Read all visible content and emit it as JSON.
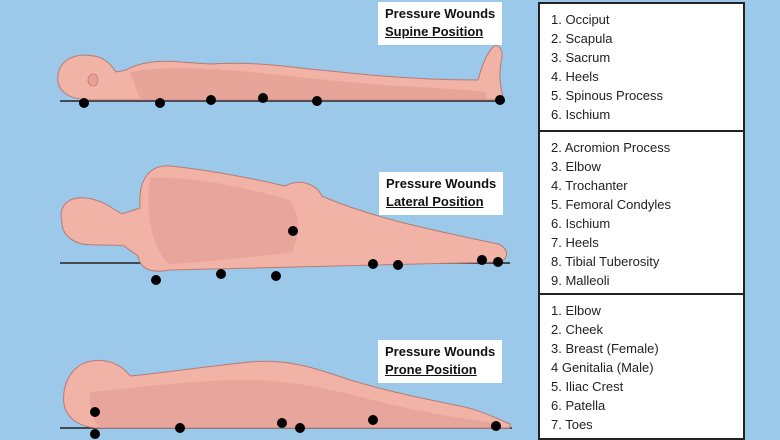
{
  "colors": {
    "background": "#9cc9e9",
    "body_fill": "#f2b3a7",
    "body_shade": "#d9928a",
    "body_outline": "#b77a74",
    "point": "#000000",
    "ground_line": "#222222"
  },
  "panels": [
    {
      "id": "supine",
      "title_line1": "Pressure Wounds",
      "title_line2": "Supine Position",
      "items": [
        "1. Occiput",
        "2. Scapula",
        "3. Sacrum",
        "4. Heels",
        "5. Spinous Process",
        "6. Ischium"
      ]
    },
    {
      "id": "lateral",
      "title_line1": "Pressure Wounds",
      "title_line2": "Lateral Position",
      "items": [
        "2. Acromion Process",
        "3. Elbow",
        "4. Trochanter",
        "5. Femoral Condyles",
        "6. Ischium",
        "7. Heels",
        "8. Tibial Tuberosity",
        "9. Malleoli"
      ]
    },
    {
      "id": "prone",
      "title_line1": "Pressure Wounds",
      "title_line2": "Prone Position",
      "items": [
        "1. Elbow",
        "2. Cheek",
        "3. Breast (Female)",
        "4 Genitalia (Male)",
        "5. Iliac Crest",
        "6. Patella",
        "7. Toes"
      ]
    }
  ]
}
